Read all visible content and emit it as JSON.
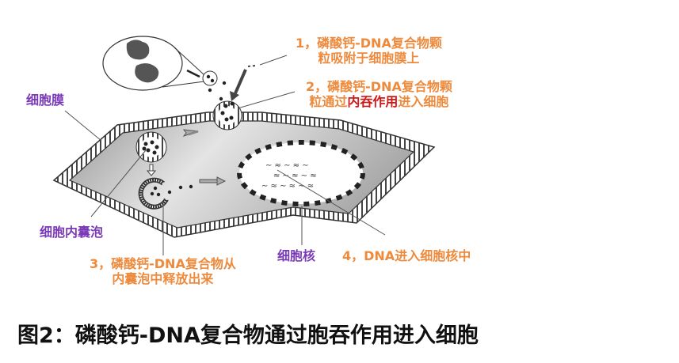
{
  "figure": {
    "caption": "图2：磷酸钙-DNA复合物通过胞吞作用进入细胞",
    "colors": {
      "step_text": "#EE8A3C",
      "term_text": "#7A3AB8",
      "highlight_text": "#D01818",
      "caption_text": "#111111",
      "cytoplasm": "#B8B8B8",
      "membrane_stroke": "#333333"
    }
  },
  "labels": {
    "terms": {
      "membrane": "细胞膜",
      "vesicle": "细胞内囊泡",
      "nucleus": "细胞核"
    },
    "steps": [
      {
        "line1": "1，磷酸钙-DNA复合物颗",
        "line2": "粒吸附于细胞膜上"
      },
      {
        "line1": "2，磷酸钙-DNA复合物颗",
        "line2_pre": "粒通过",
        "line2_highlight": "内吞作用",
        "line2_post": "进入细胞"
      },
      {
        "line1": "3，磷酸钙-DNA复合物从",
        "line2": "内囊泡中释放出来"
      },
      {
        "line1": "4，DNA进入细胞核中"
      }
    ]
  }
}
